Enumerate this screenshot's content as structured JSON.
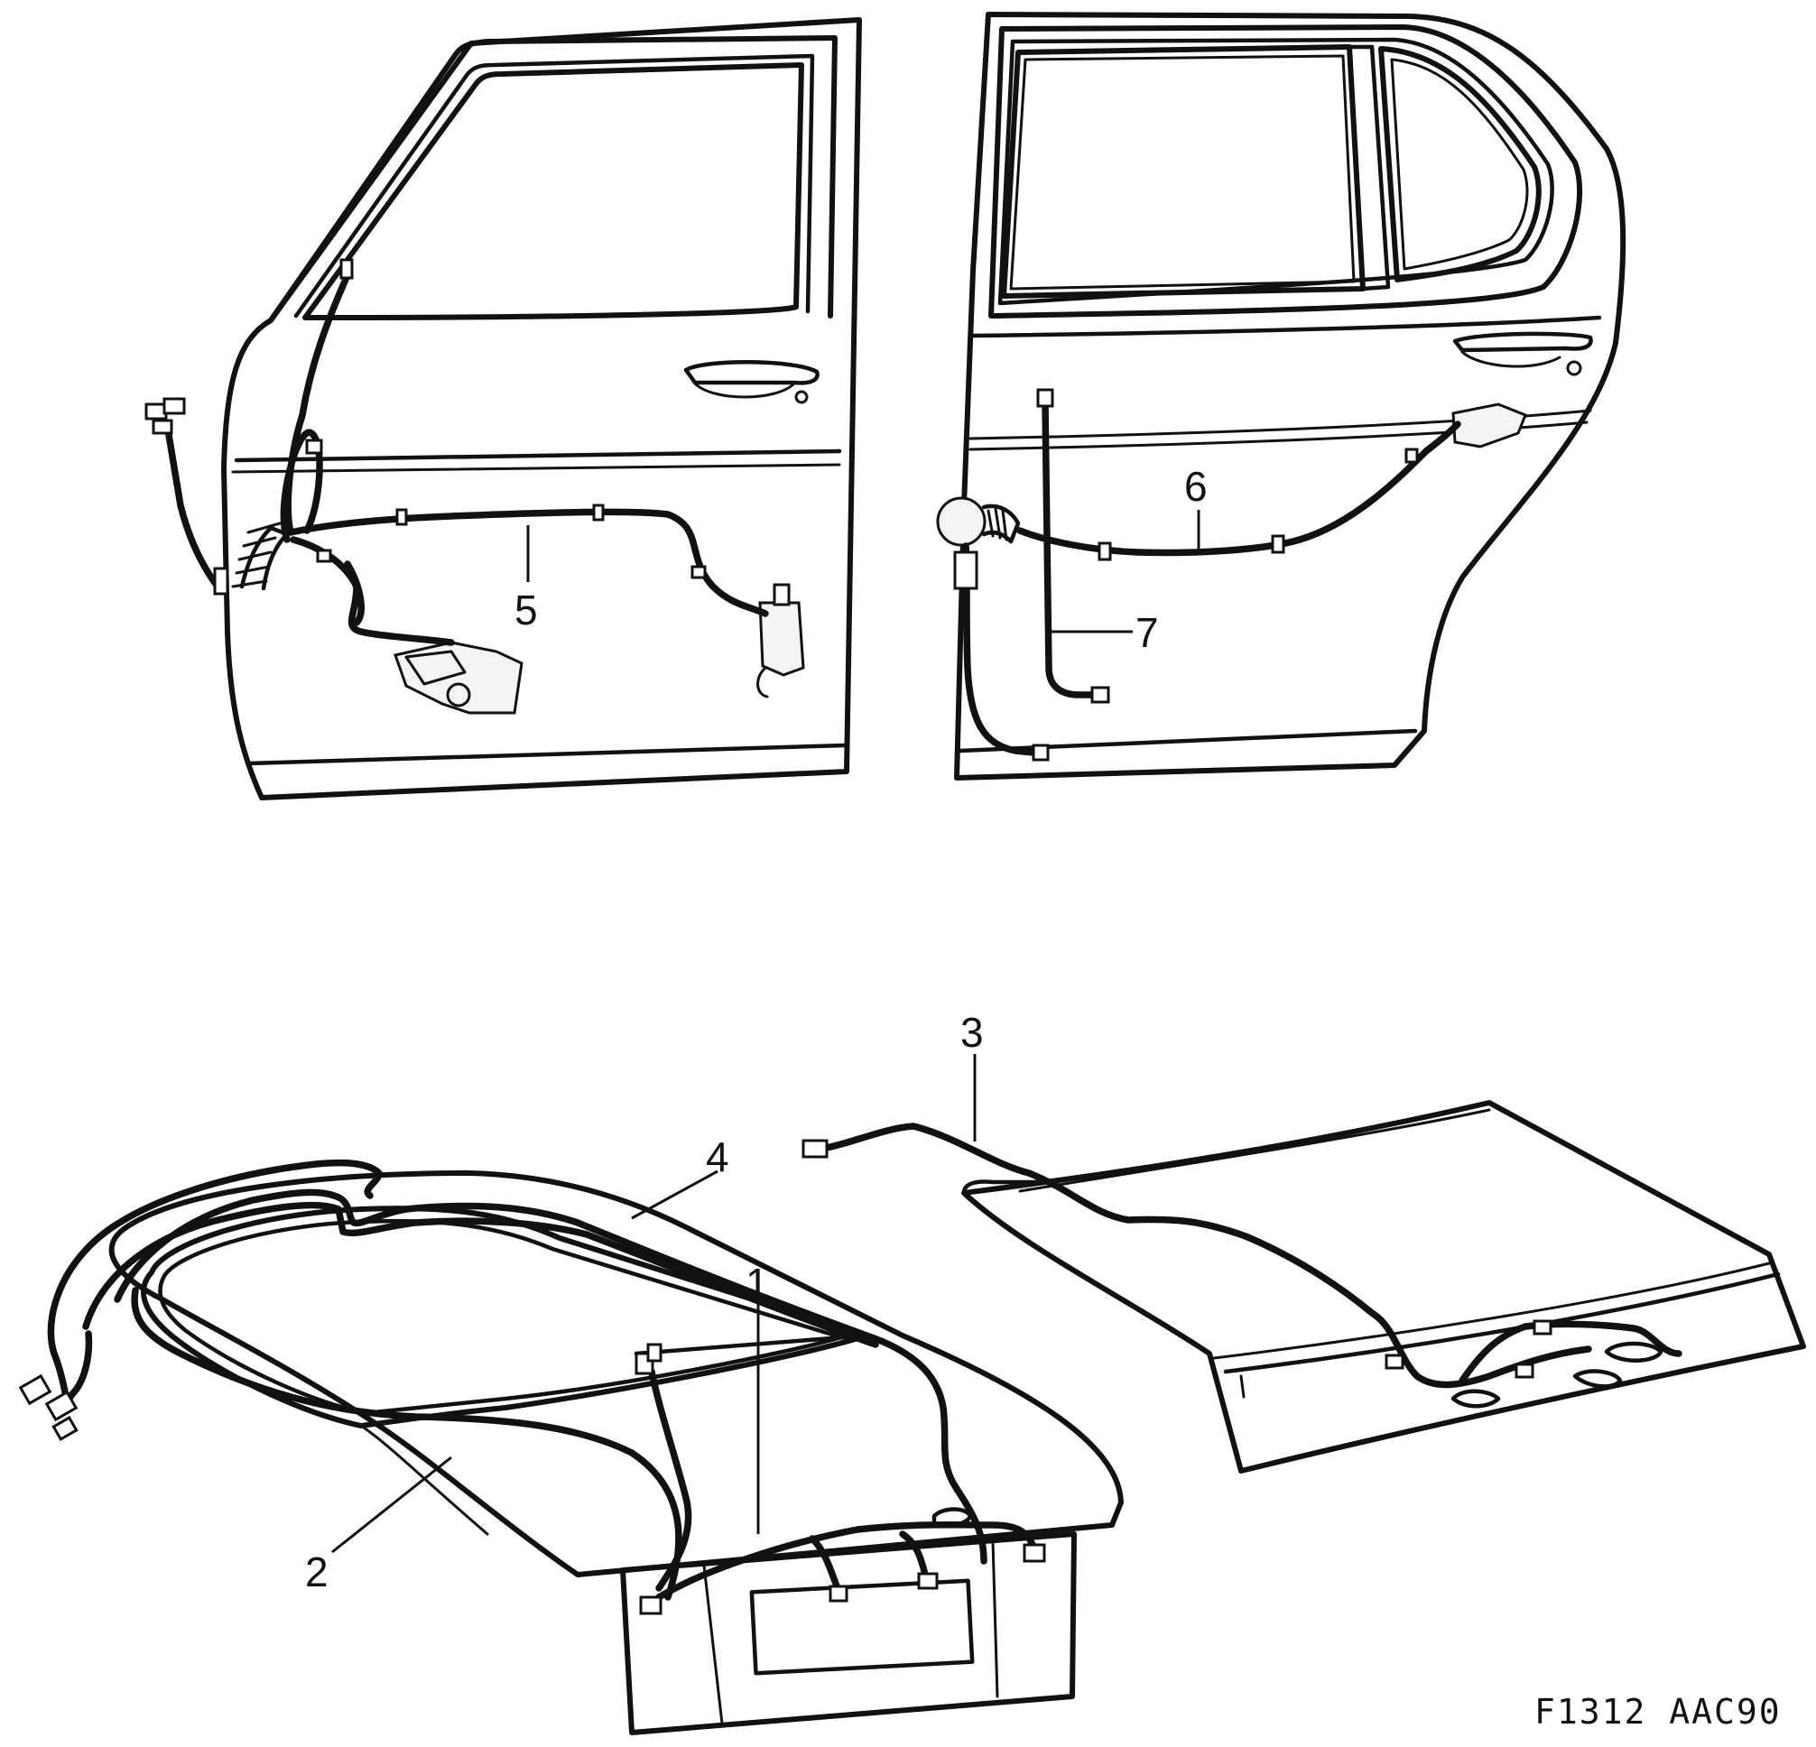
{
  "callouts": {
    "c1": "1",
    "c2": "2",
    "c3": "3",
    "c4": "4",
    "c5": "5",
    "c6": "6",
    "c7": "7"
  },
  "figure_code": "F1312  AAC90",
  "colors": {
    "line": "#111111",
    "background": "#ffffff"
  }
}
